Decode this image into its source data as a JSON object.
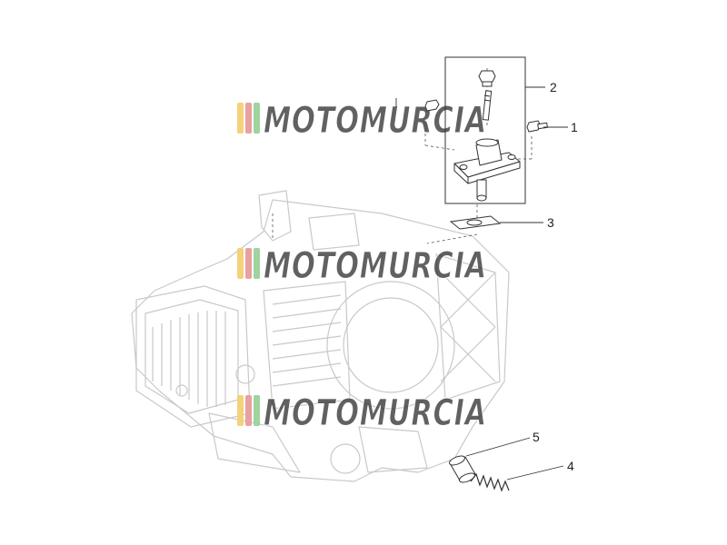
{
  "diagram": {
    "callouts": [
      {
        "id": "1",
        "label": "1"
      },
      {
        "id": "2",
        "label": "2"
      },
      {
        "id": "3",
        "label": "3"
      },
      {
        "id": "4",
        "label": "4"
      },
      {
        "id": "5",
        "label": "5"
      }
    ]
  },
  "watermark": {
    "text": "MOTOMURCIA",
    "stripe_colors": [
      "#f3d27a",
      "#e9a0a0",
      "#9fd39f"
    ],
    "text_color": "#3a3a3a"
  },
  "colors": {
    "line": "#333333",
    "ghost_engine": "#c9c9c9",
    "background": "#ffffff"
  }
}
